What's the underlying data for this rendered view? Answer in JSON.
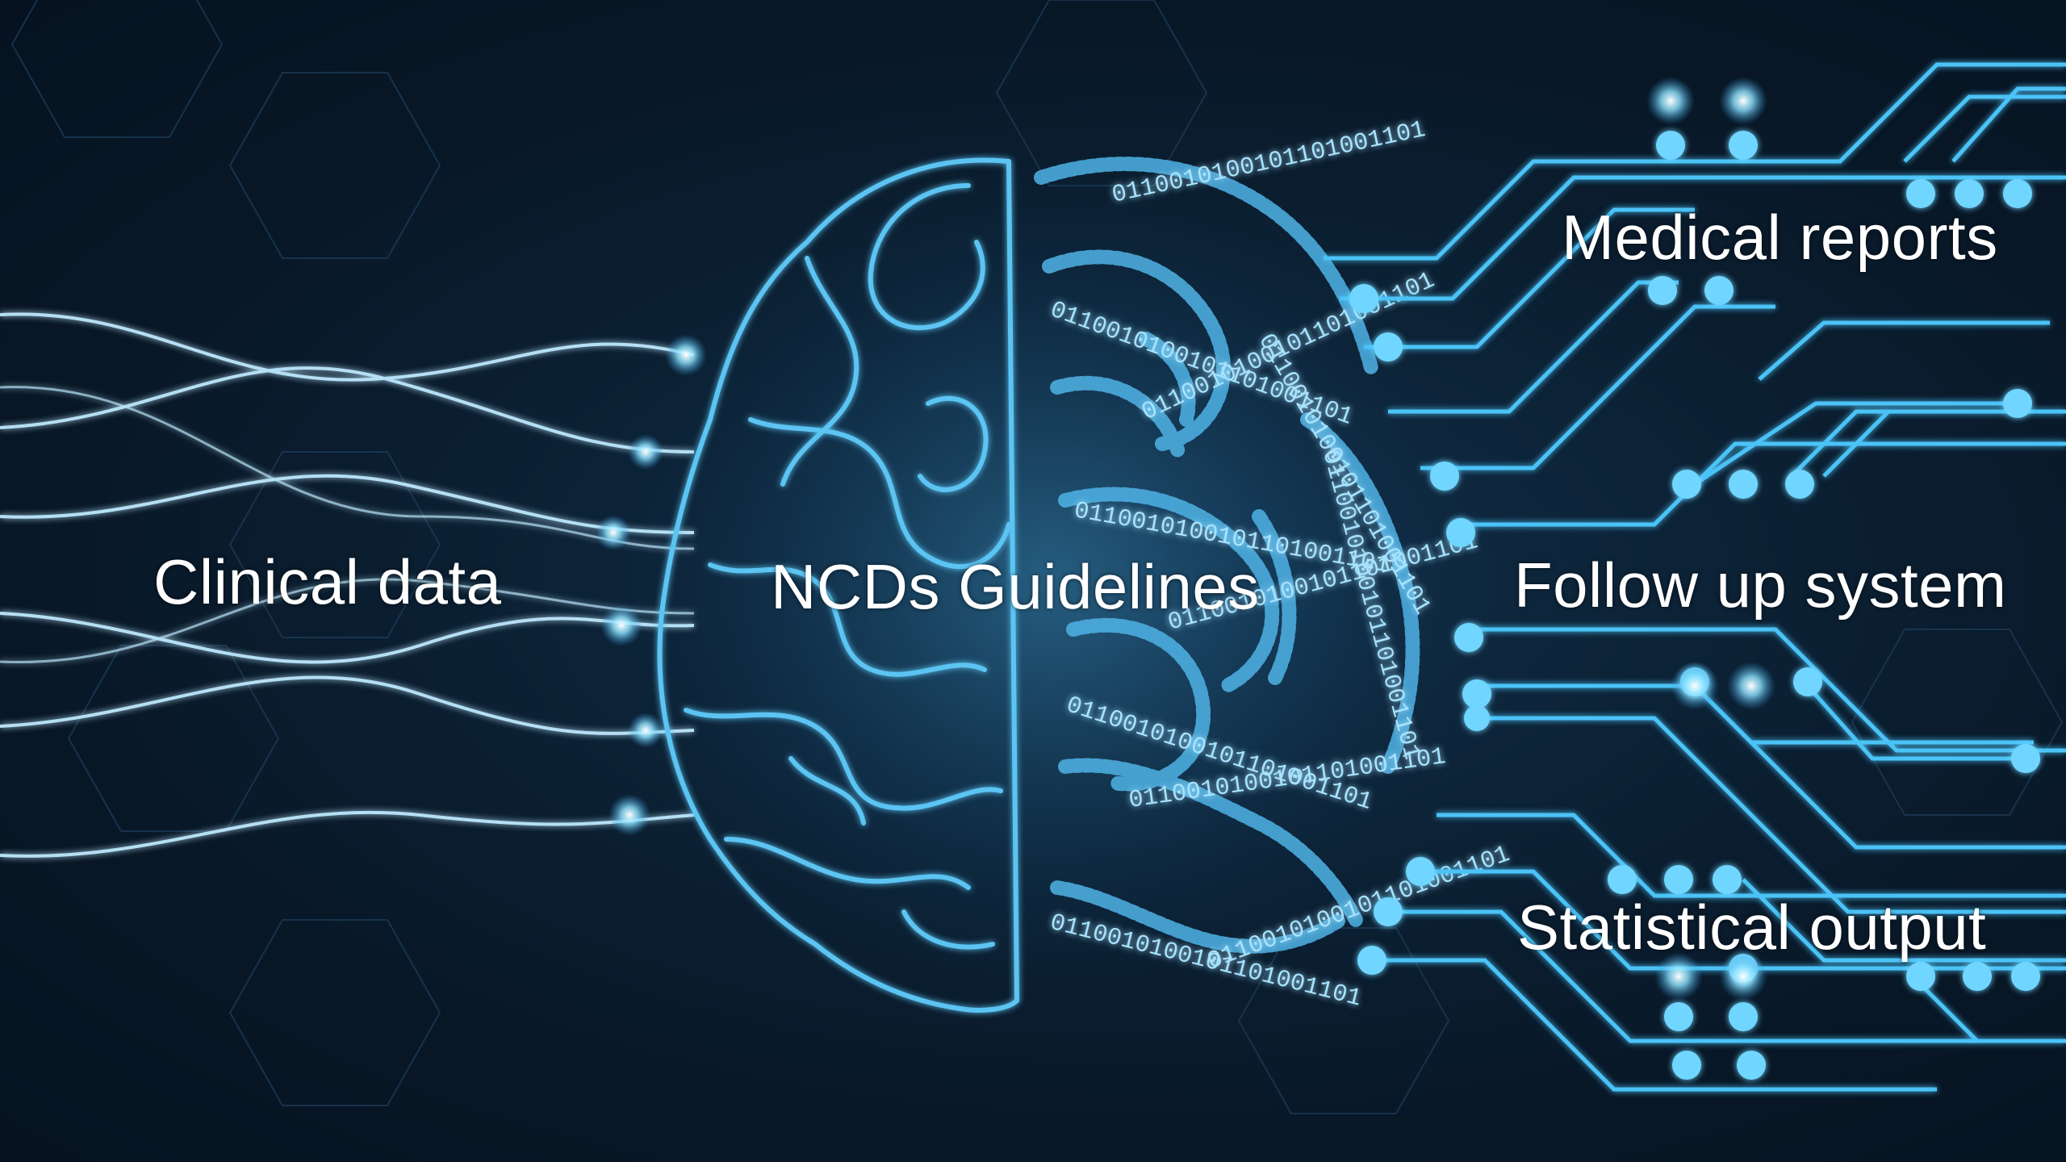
{
  "labels": {
    "clinical_data": "Clinical data",
    "ncds_guidelines": "NCDs Guidelines",
    "medical_reports": "Medical reports",
    "follow_up_system": "Follow up system",
    "statistical_output": "Statistical output"
  },
  "binary_glyphs": "0110010100101101001101",
  "colors": {
    "background": "#0a1a2a",
    "glow": "#5fd4ff",
    "line": "#3aa9e0",
    "text": "#ffffff"
  }
}
